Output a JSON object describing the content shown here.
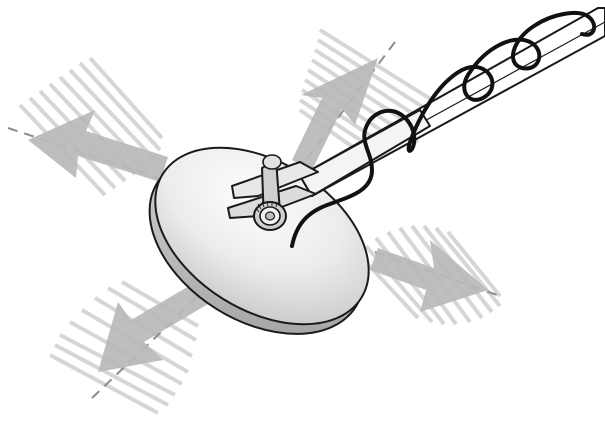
{
  "illustration": {
    "subject": "metal-detector-search-coil",
    "sweep_directions": [
      "up-left",
      "up-right",
      "down-left",
      "down-right"
    ],
    "components": [
      "search-coil",
      "shaft",
      "clamp",
      "knurled-knob",
      "coiled-cable",
      "sweep-arrows"
    ]
  },
  "colors": {
    "background": "#ffffff",
    "outline": "#1a1a1a",
    "arrow_fill": "#b8b8b8",
    "stripe": "#d6d6d6",
    "dash": "#8c8c8c",
    "coil_face_light": "#f7f7f7",
    "coil_face_dark": "#c9c9c9",
    "coil_rim": "#b5b5b5"
  }
}
